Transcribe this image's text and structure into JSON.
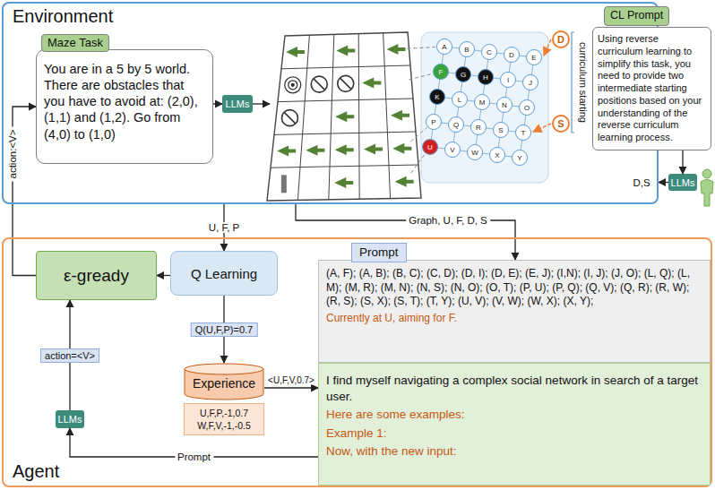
{
  "diagram": {
    "nodes": [
      {
        "text": [
          "Environment"
        ]
      },
      {
        "text": [
          "Maze Task",
          "You are in a 5 by 5 world. There are obstacles that you have to avoid at: (2,0), (1,1) and (1,2). Go from (4,0) to (1,0)"
        ],
        "in": 0
      },
      {
        "text": [
          "LLMs"
        ],
        "in": 0
      },
      {
        "text": [
          "D"
        ],
        "in": 0
      },
      {
        "text": [
          "S"
        ],
        "in": 0
      },
      {
        "text": [
          "CL Prompt",
          "Using reverse curriculum learning to simplify this task, you need to provide two intermediate starting positions based on your understanding of the reverse curriculum learning process."
        ]
      },
      {
        "text": [
          "LLMs"
        ]
      },
      {
        "text": [
          "Agent"
        ]
      },
      {
        "text": [
          "ε-gready"
        ],
        "in": 7
      },
      {
        "text": [
          "Q Learning"
        ],
        "in": 7
      },
      {
        "text": [
          "Experience"
        ],
        "in": 7
      },
      {
        "text": [
          "U,F,P,-1,0.7",
          "W,F,V,-1,-0.5"
        ],
        "in": 7
      },
      {
        "text": [
          "LLMs"
        ],
        "in": 7
      },
      {
        "text": [
          "Prompt",
          "(A, F); (A, B); (B, C); (C, D); (D, I); (D, E); (E, J); (I,N); (I, J); (J, O); (L, Q); (L, M); (M, R); (M, N); (N, S); (N, O); (O, T); (P, U); (P, Q); (Q, V); (Q, R); (R, W); (R, S); (S, X); (S, T); (T, Y); (U, V); (V, W); (W, X); (X, Y);",
          "Currently at U, aiming for F."
        ],
        "in": 7
      },
      {
        "text": [
          "I find myself navigating a complex social network in search of a target user.",
          "Here are some examples:",
          "Example 1:",
          "Now, with the new input:"
        ],
        "in": 7
      }
    ],
    "edges": [
      {
        "from": 1,
        "to": 2,
        "arrow": "to"
      },
      {
        "from": 5,
        "to": 6,
        "arrow": "to"
      },
      {
        "from": 6,
        "to": 0,
        "label": "D,S",
        "arrow": "to"
      },
      {
        "from": 0,
        "to": 9,
        "label": "U, F, P",
        "arrow": "to"
      },
      {
        "from": 0,
        "to": 13,
        "label": "Graph, U, F, D, S",
        "arrow": "to"
      },
      {
        "from": 9,
        "to": 8,
        "arrow": "to"
      },
      {
        "from": 9,
        "to": 10,
        "label": "Q(U,F,P)=0.7",
        "arrow": "to"
      },
      {
        "from": 10,
        "to": 14,
        "label": "<U,F,V,0.7>",
        "arrow": "to"
      },
      {
        "from": 14,
        "to": 12,
        "label": "Prompt",
        "arrow": "to"
      },
      {
        "from": 12,
        "to": 8,
        "label": "action=<V>",
        "arrow": "to"
      },
      {
        "from": 8,
        "to": 1,
        "label": "action:<V>",
        "arrow": "to"
      }
    ],
    "labels": [
      "curriculum starting",
      "A",
      "B",
      "C",
      "D",
      "E",
      "F",
      "G",
      "H",
      "I",
      "J",
      "K",
      "L",
      "M",
      "N",
      "O",
      "P",
      "Q",
      "R",
      "S",
      "T",
      "U",
      "V",
      "W",
      "X",
      "Y"
    ]
  }
}
